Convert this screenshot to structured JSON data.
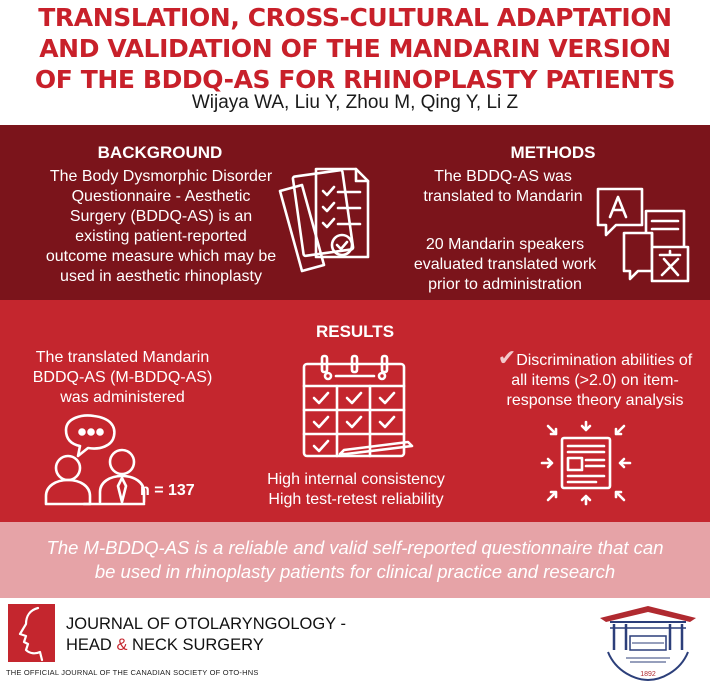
{
  "header": {
    "title_lines": [
      "TRANSLATION, CROSS-CULTURAL ADAPTATION",
      "AND VALIDATION OF THE MANDARIN VERSION",
      "OF THE BDDQ-AS FOR RHINOPLASTY PATIENTS"
    ],
    "authors": "Wijaya WA, Liu Y, Zhou M, Qing Y, Li Z"
  },
  "background": {
    "heading": "BACKGROUND",
    "lines": [
      "The Body Dysmorphic Disorder",
      "Questionnaire - Aesthetic",
      "Surgery  (BDDQ-AS) is an",
      "existing patient-reported",
      "outcome measure which may be",
      "used in aesthetic rhinoplasty"
    ]
  },
  "methods": {
    "heading": "METHODS",
    "step1_lines": [
      "The BDDQ-AS was",
      "translated to Mandarin"
    ],
    "step2_lines": [
      "20 Mandarin speakers",
      "evaluated translated work",
      "prior to administration"
    ]
  },
  "results": {
    "heading": "RESULTS",
    "left_lines": [
      "The translated Mandarin",
      "BDDQ-AS (M-BDDQ-AS)",
      "was administered"
    ],
    "n_label": "n = 137",
    "middle_lines": [
      "High internal consistency",
      "High test-retest reliability"
    ],
    "right_lines": [
      "Discrimination abilities of",
      "all items (>2.0) on item-",
      "response theory analysis"
    ],
    "check_glyph": "✔"
  },
  "conclusion": {
    "lines": [
      "The M-BDDQ-AS is a reliable and valid self-reported questionnaire that can",
      "be used in rhinoplasty patients for clinical practice and research"
    ]
  },
  "footer": {
    "journal_line1": "JOURNAL OF OTOLARYNGOLOGY -",
    "journal_line2_a": "HEAD ",
    "journal_line2_amp": "&",
    "journal_line2_b": " NECK SURGERY",
    "official": "THE OFFICIAL JOURNAL OF THE CANADIAN SOCIETY OF OTO-HNS",
    "hospital_year": "1892"
  },
  "colors": {
    "title_red": "#c8202a",
    "dark_band": "#7b141b",
    "red_band": "#c4262e",
    "pink_band": "#e6a3a7"
  },
  "icons": {
    "background": "document-checklist-icon",
    "methods": "translation-chat-icon",
    "results_left": "discussion-people-icon",
    "results_middle": "calendar-check-icon",
    "results_right": "document-analysis-icon",
    "footer_left": "journal-logo-icon",
    "footer_right": "hospital-crest-icon"
  }
}
